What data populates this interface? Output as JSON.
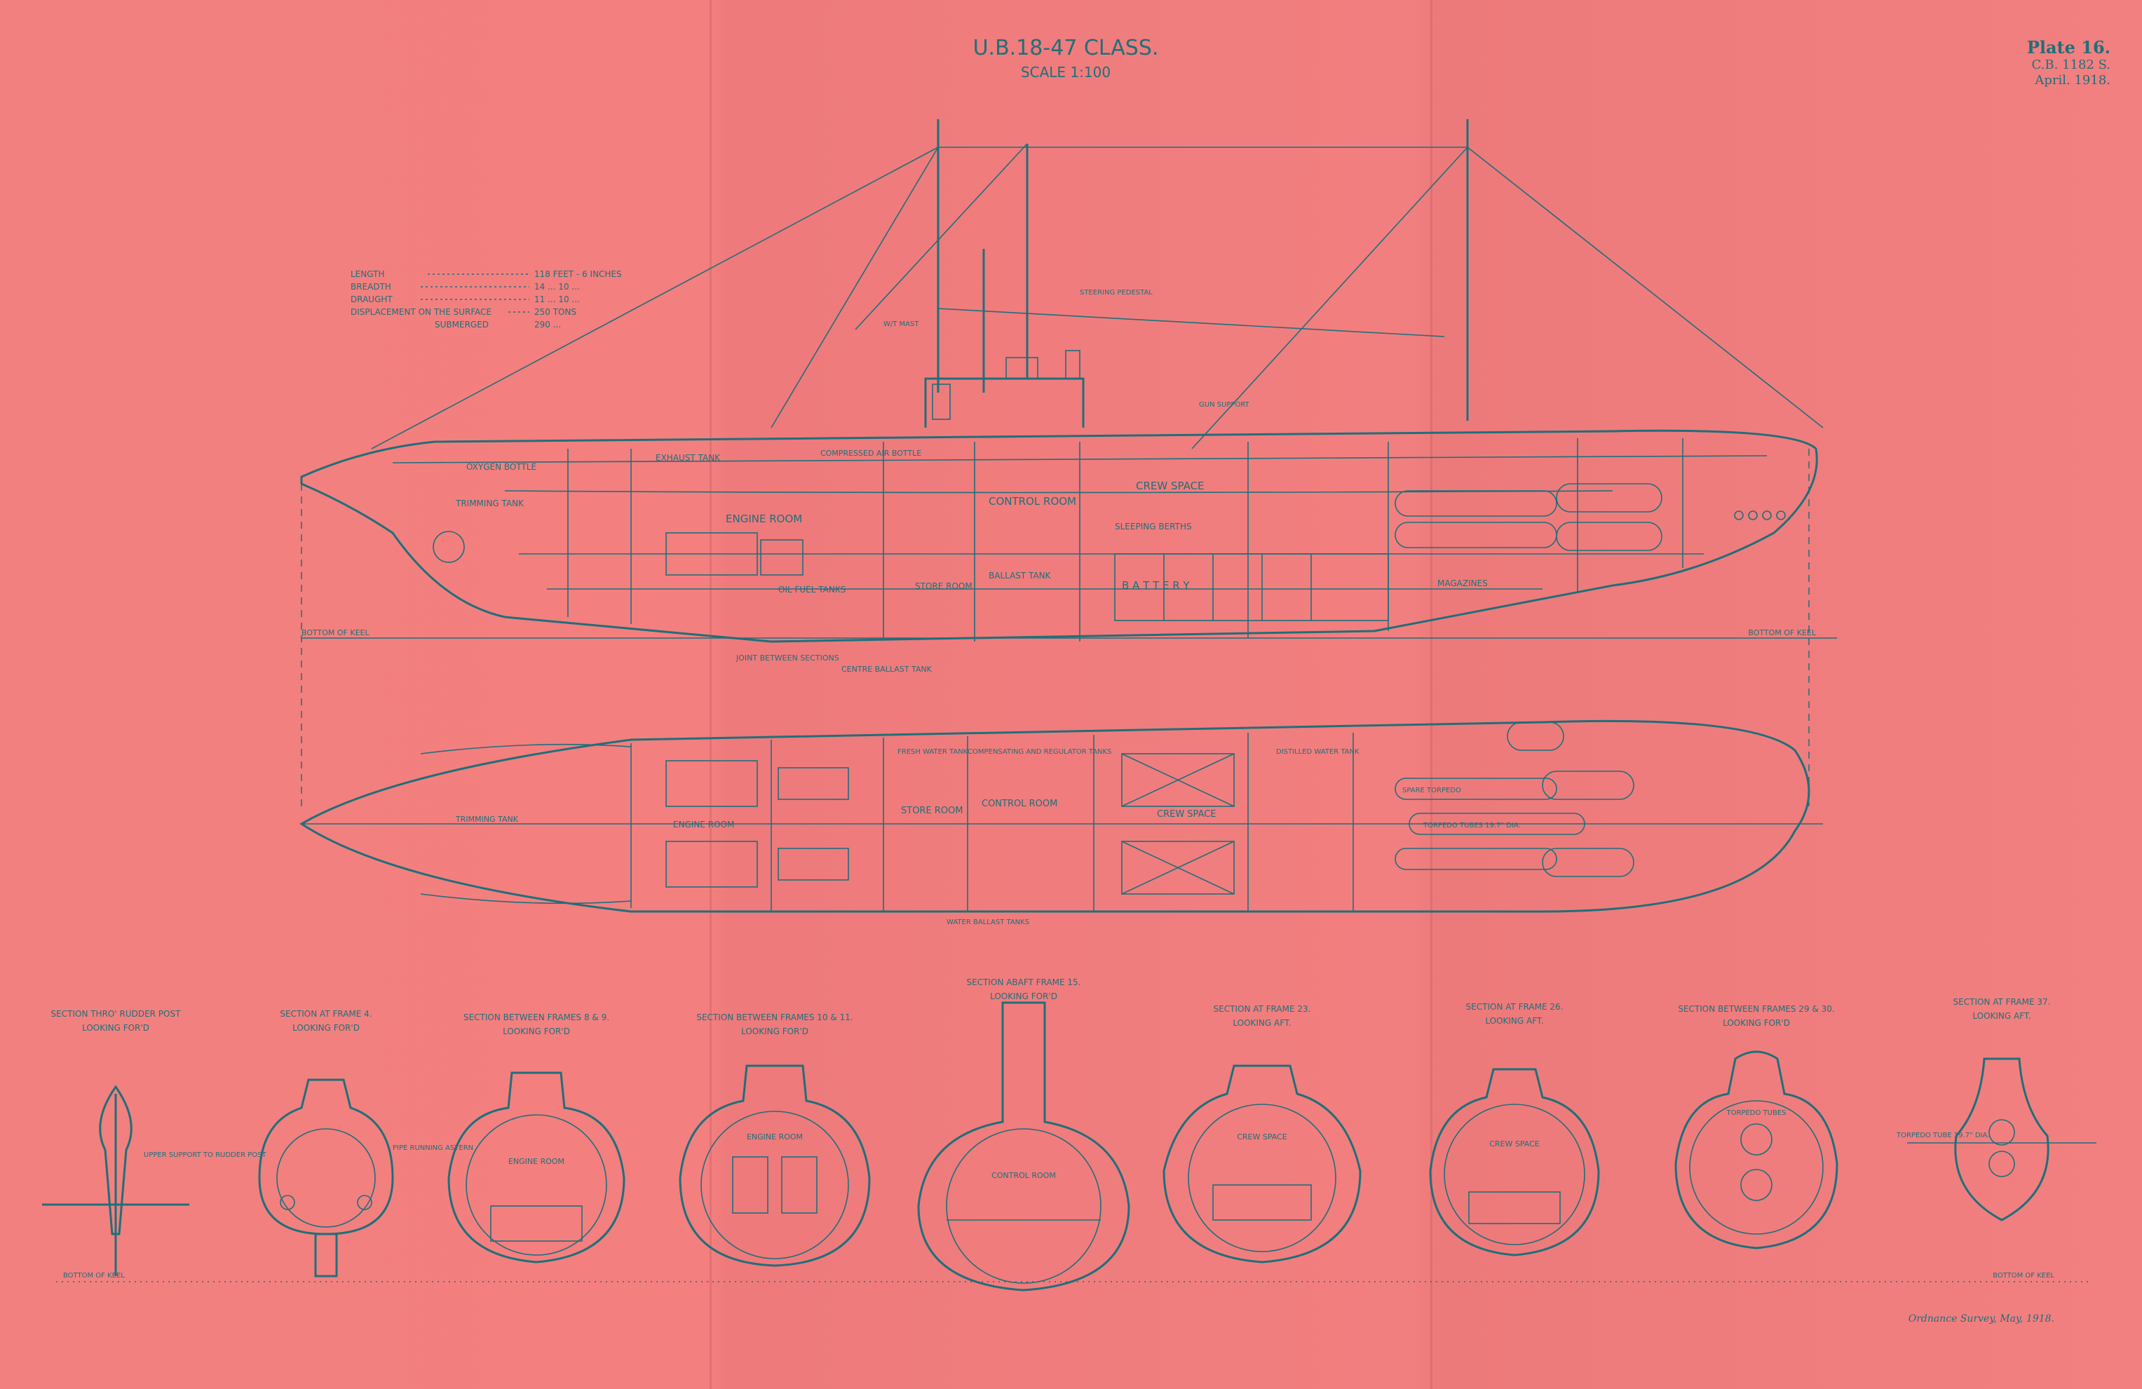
{
  "title": "U.B.18-47 CLASS.",
  "scale": "SCALE 1:100",
  "plate": {
    "number": "Plate 16.",
    "ref": "C.B. 1182 S.",
    "date": "April. 1918."
  },
  "particulars": [
    {
      "label": "LENGTH",
      "value": "118 FEET - 6 INCHES"
    },
    {
      "label": "BREADTH",
      "value": "14 ... 10 ..."
    },
    {
      "label": "DRAUGHT",
      "value": "11 ... 10 ..."
    },
    {
      "label": "DISPLACEMENT ON THE SURFACE",
      "value": "250 TONS"
    },
    {
      "label": "SUBMERGED",
      "value": "290 ..."
    }
  ],
  "profile_labels": {
    "engine_room": "ENGINE ROOM",
    "control_room": "CONTROL ROOM",
    "crew_space": "CREW SPACE",
    "battery": "B A T T E R Y",
    "store_room": "STORE ROOM",
    "trimming_tank": "TRIMMING TANK",
    "oxygen_bottle": "OXYGEN BOTTLE",
    "exhaust_tank": "EXHAUST TANK",
    "compressed_air": "COMPRESSED AIR BOTTLE",
    "sleeping_berths": "SLEEPING BERTHS",
    "oil_fuel_tanks": "OIL FUEL TANKS",
    "ballast_tank": "BALLAST TANK",
    "magazines": "MAGAZINES",
    "w_t_mast": "W/T MAST",
    "steering_pedestal": "STEERING PEDESTAL",
    "gun_support": "GUN SUPPORT",
    "bottom_of_keel": "BOTTOM OF KEEL",
    "centre_ballast": "CENTRE BALLAST TANK",
    "joint": "JOINT BETWEEN SECTIONS"
  },
  "plan_labels": {
    "engine_room": "ENGINE ROOM",
    "store_room": "STORE ROOM",
    "control_room": "CONTROL ROOM",
    "crew_space": "CREW SPACE",
    "trimming_tank": "TRIMMING TANK",
    "fresh_water": "FRESH WATER TANK",
    "compensating": "COMPENSATING AND REGULATOR TANKS",
    "water_ballast": "WATER BALLAST TANKS",
    "distilled_water": "DISTILLED WATER TANK",
    "spare_torpedo": "SPARE TORPEDO",
    "torpedo_tubes": "TORPEDO TUBES 19.7\" DIA."
  },
  "sections": [
    {
      "title": "SECTION THRO' RUDDER POST",
      "sub": "LOOKING FOR'D",
      "note": "UPPER SUPPORT TO RUDDER POST"
    },
    {
      "title": "SECTION AT FRAME 4.",
      "sub": "LOOKING FOR'D",
      "note": "PIPE RUNNING ASTERN"
    },
    {
      "title": "SECTION BETWEEN FRAMES 8 & 9.",
      "sub": "LOOKING FOR'D",
      "note": "ENGINE ROOM"
    },
    {
      "title": "SECTION BETWEEN FRAMES 10 & 11.",
      "sub": "LOOKING FOR'D",
      "note": "ENGINE ROOM"
    },
    {
      "title": "SECTION ABAFT FRAME 15.",
      "sub": "LOOKING FOR'D",
      "note": "CONTROL ROOM"
    },
    {
      "title": "SECTION AT FRAME 23.",
      "sub": "LOOKING AFT.",
      "note": "CREW SPACE"
    },
    {
      "title": "SECTION AT FRAME 26.",
      "sub": "LOOKING AFT.",
      "note": "CREW SPACE"
    },
    {
      "title": "SECTION BETWEEN FRAMES 29 & 30.",
      "sub": "LOOKING FOR'D",
      "note": "TORPEDO TUBES"
    },
    {
      "title": "SECTION AT FRAME 37.",
      "sub": "LOOKING AFT.",
      "note": "TORPEDO TUBE 19.7\" DIA."
    }
  ],
  "bottom_of_keel_left": "BOTTOM OF KEEL",
  "bottom_of_keel_right": "BOTTOM OF KEEL",
  "footer_note": "Ordnance Survey, May, 1918."
}
